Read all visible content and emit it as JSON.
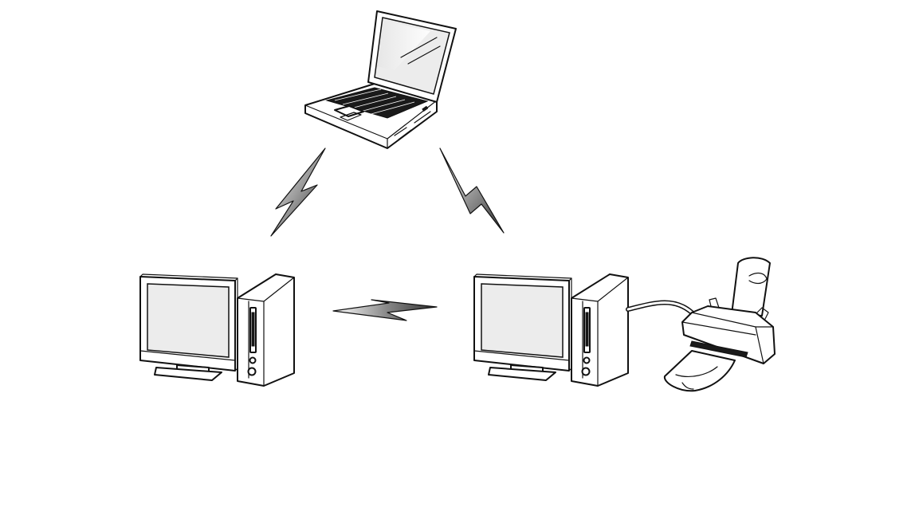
{
  "diagram": {
    "nodes": [
      {
        "id": "laptop",
        "icon": "laptop-icon"
      },
      {
        "id": "desktop-left",
        "icon": "desktop-computer-icon"
      },
      {
        "id": "desktop-right",
        "icon": "desktop-computer-icon"
      },
      {
        "id": "printer",
        "icon": "printer-icon"
      }
    ],
    "links": [
      {
        "from": "laptop",
        "to": "desktop-left",
        "kind": "wireless",
        "icon": "lightning-bolt-icon"
      },
      {
        "from": "laptop",
        "to": "desktop-right",
        "kind": "wireless",
        "icon": "lightning-bolt-icon"
      },
      {
        "from": "desktop-left",
        "to": "desktop-right",
        "kind": "wireless",
        "icon": "lightning-bolt-icon"
      },
      {
        "from": "desktop-right",
        "to": "printer",
        "kind": "cable"
      }
    ],
    "colors": {
      "line": "#111111",
      "fill": "#ffffff",
      "bolt_light": "#ffffff",
      "bolt_dark": "#3a3a3a"
    }
  }
}
